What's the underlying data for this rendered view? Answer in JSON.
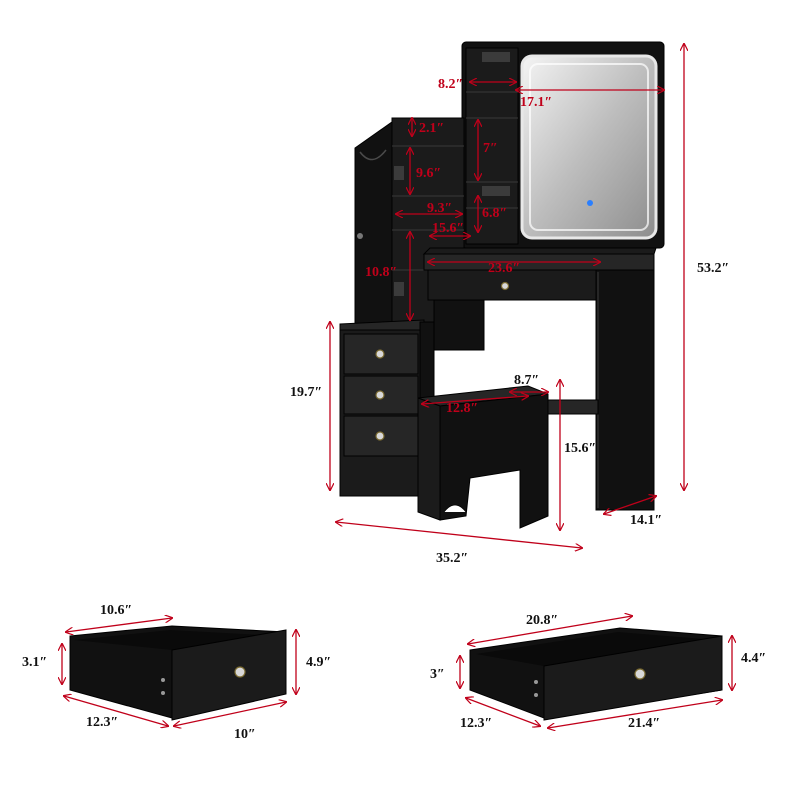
{
  "figure": {
    "vanity": {
      "dimensions": {
        "mirror_shelf_depth": "8.2″",
        "mirror_width": "17.1″",
        "top_shelf_gap": "2.1″",
        "right_shelf_height": "7″",
        "side_cabinet_height": "9.6″",
        "side_shelf_depth": "9.3″",
        "lower_right_shelf": "6.8″",
        "side_width": "15.6″",
        "desk_width": "23.6″",
        "cabinet_lower_height": "10.8″",
        "drawer_stack_height": "19.7″",
        "stool_depth": "8.7″",
        "stool_width": "12.8″",
        "stool_height": "15.6″",
        "total_height": "53.2″",
        "total_depth": "14.1″",
        "total_width": "35.2″"
      }
    },
    "small_drawer": {
      "dimensions": {
        "width_top": "10.6″",
        "inner_height": "3.1″",
        "outer_height": "4.9″",
        "depth": "12.3″",
        "front_width": "10″"
      }
    },
    "large_drawer": {
      "dimensions": {
        "width_top": "20.8″",
        "inner_height": "3″",
        "outer_height": "4.4″",
        "depth": "12.3″",
        "front_width": "21.4″"
      }
    }
  },
  "colors": {
    "measure_red": "#c0001a",
    "furniture": "#1b1b1b",
    "label_black": "#111111"
  }
}
